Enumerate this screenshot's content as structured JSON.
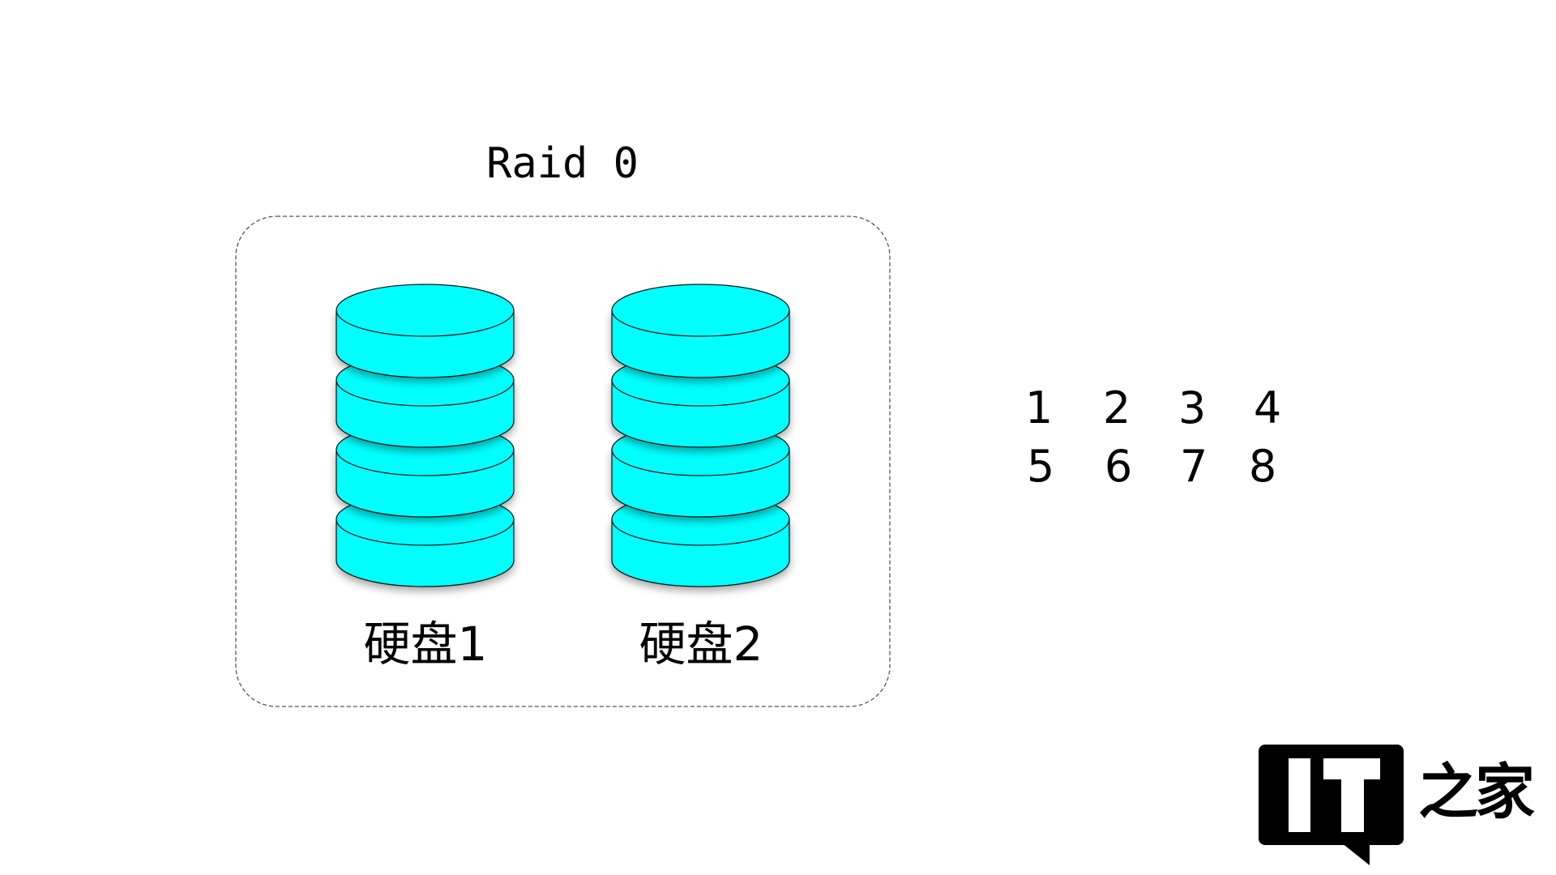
{
  "title": "Raid 0",
  "disks": [
    {
      "label": "硬盘1",
      "platters": 4,
      "color": "#00ffff"
    },
    {
      "label": "硬盘2",
      "platters": 4,
      "color": "#00ffff"
    }
  ],
  "blocks": [
    [
      "1",
      "2",
      "3",
      "4"
    ],
    [
      "5",
      "6",
      "7",
      "8"
    ]
  ],
  "logo": {
    "mark": "IT",
    "text": "之家"
  }
}
